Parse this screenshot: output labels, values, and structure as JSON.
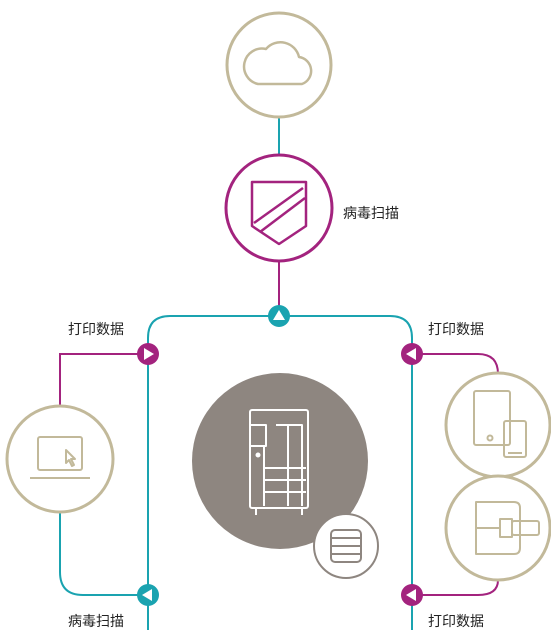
{
  "labels": {
    "virus_scan_top": "病毒扫描",
    "print_data_left": "打印数据",
    "print_data_right_top": "打印数据",
    "virus_scan_bottom": "病毒扫描",
    "print_data_right_bottom": "打印数据"
  },
  "colors": {
    "teal": "#1aa3b0",
    "magenta": "#a3237e",
    "tan": "#c2b99a",
    "printer_bg": "#8e8680",
    "white": "#ffffff"
  },
  "icons": {
    "cloud": "cloud-icon",
    "shield": "shield-icon",
    "printer": "printer-icon",
    "storage": "storage-icon",
    "laptop": "laptop-icon",
    "mobile": "mobile-devices-icon",
    "usb": "usb-icon"
  }
}
